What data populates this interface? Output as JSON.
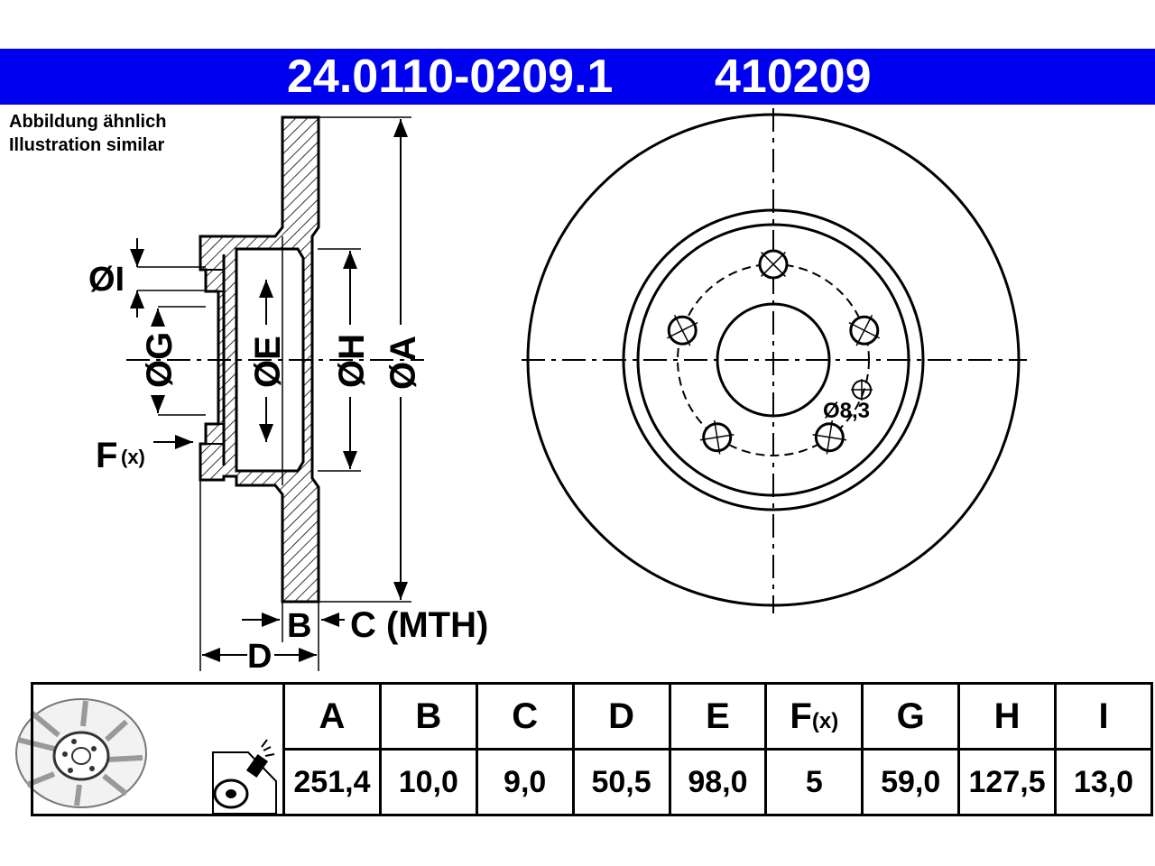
{
  "header": {
    "part_number": "24.0110-0209.1",
    "ref_number": "410209",
    "background_color": "#0000f0"
  },
  "illustration_note": {
    "line1": "Abbildung ähnlich",
    "line2": "Illustration similar"
  },
  "section_labels": {
    "dia_i": "ØI",
    "dia_g": "ØG",
    "dia_e": "ØE",
    "dia_h": "ØH",
    "dia_a": "ØA",
    "f_main": "F",
    "f_sub": "(x)",
    "b": "B",
    "c_mth": "C (MTH)",
    "d": "D"
  },
  "front_view": {
    "bolt_hole_label": "Ø8,3",
    "bolt_hole_count": 5
  },
  "specs": {
    "columns": [
      {
        "key": "A",
        "header": "A",
        "value": "251,4"
      },
      {
        "key": "B",
        "header": "B",
        "value": "10,0"
      },
      {
        "key": "C",
        "header": "C",
        "value": "9,0"
      },
      {
        "key": "D",
        "header": "D",
        "value": "50,5"
      },
      {
        "key": "E",
        "header": "E",
        "value": "98,0"
      },
      {
        "key": "F",
        "header": "F",
        "header_sub": "(x)",
        "value": "5"
      },
      {
        "key": "G",
        "header": "G",
        "value": "59,0"
      },
      {
        "key": "H",
        "header": "H",
        "value": "127,5"
      },
      {
        "key": "I",
        "header": "I",
        "value": "13,0"
      }
    ],
    "icons": [
      "brake-disc-thumbnail-icon",
      "spray-can-icon"
    ]
  }
}
